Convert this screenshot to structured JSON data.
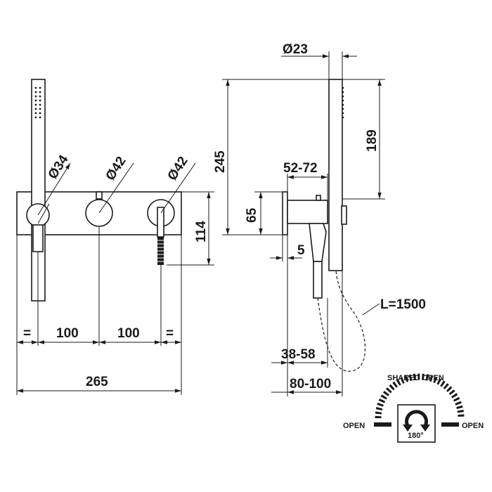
{
  "front_view": {
    "diam_hand_shower": "Ø34",
    "diam_knob_center": "Ø42",
    "diam_knob_right": "Ø42",
    "height_plate": "114",
    "spacing_left_equal": "=",
    "spacing_1": "100",
    "spacing_2": "100",
    "spacing_right_equal": "=",
    "total_width": "265"
  },
  "side_view": {
    "diam_top": "Ø23",
    "height_total": "245",
    "height_hand_shower": "189",
    "depth_body": "52-72",
    "height_plate": "65",
    "plate_thickness": "5",
    "hose_length": "L=1500",
    "depth_wall": "38-58",
    "depth_total": "80-100"
  },
  "rotation_legend": {
    "shared_open": "SHARED OPEN",
    "open_left": "OPEN",
    "open_right": "OPEN",
    "angle": "180°"
  }
}
